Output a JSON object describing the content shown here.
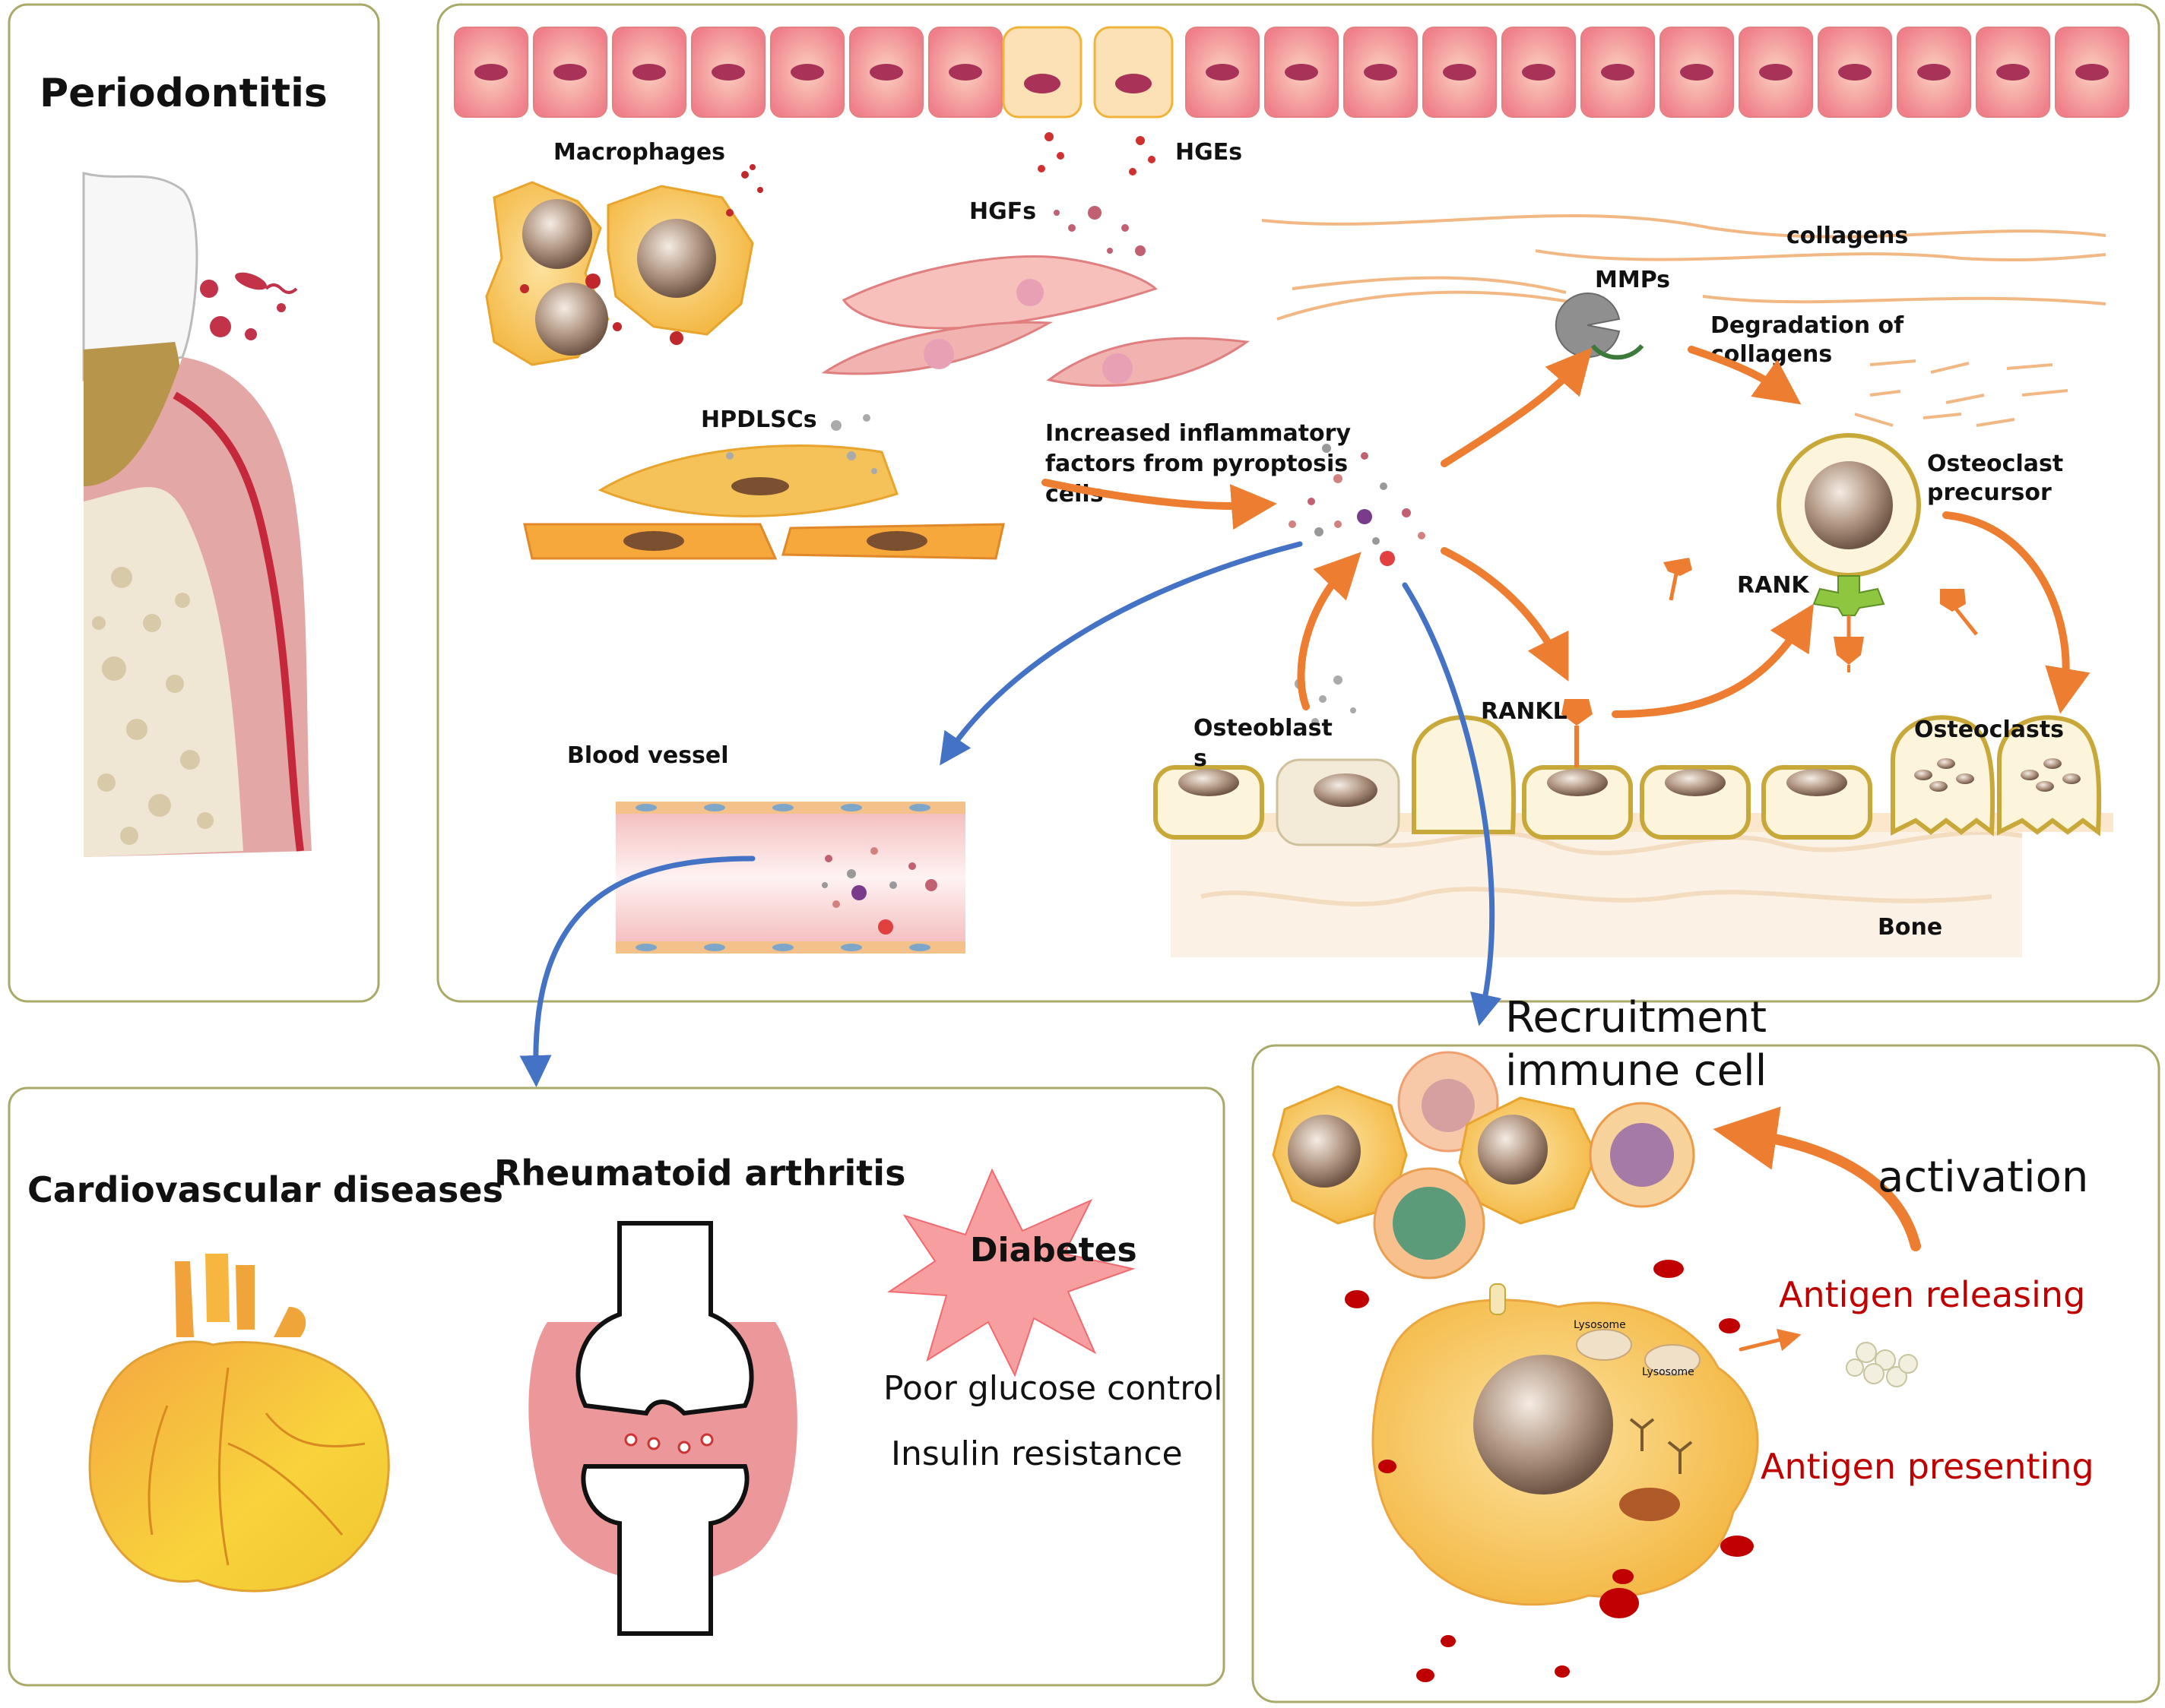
{
  "panels": {
    "periodontitis": {
      "title": "Periodontitis"
    },
    "mechanism": {
      "macrophages": "Macrophages",
      "hges": "HGEs",
      "hgfs": "HGFs",
      "hpdlscs": "HPDLSCs",
      "collagens": "collagens",
      "mmps": "MMPs",
      "degradation": [
        "Degradation of",
        "collagens"
      ],
      "inflammatory": [
        "Increased inflammatory",
        "factors from pyroptosis",
        "cells"
      ],
      "osteoclast_precursor": [
        "Osteoclast",
        "precursor"
      ],
      "rank": "RANK",
      "rankl": "RANKL",
      "osteoblasts": [
        "Osteoblast",
        "s"
      ],
      "osteoclasts": "Osteoclasts",
      "bone": "Bone",
      "blood_vessel": "Blood vessel"
    },
    "systemic": {
      "cardiovascular": "Cardiovascular diseases",
      "rheumatoid": "Rheumatoid arthritis",
      "diabetes": "Diabetes",
      "poor_glucose": "Poor glucose control",
      "insulin": "Insulin resistance"
    },
    "immune": {
      "recruitment": [
        "Recruitment",
        "immune cell"
      ],
      "activation": "activation",
      "antigen_releasing": "Antigen releasing",
      "antigen_presenting": "Antigen presenting",
      "lysosome": "Lysosome"
    }
  },
  "colors": {
    "panel_border": "#a9a96a",
    "arrow_orange": "#ed7d31",
    "arrow_blue": "#4472c4",
    "cell_yellow": "#f7c44a",
    "epithelium_pink": "#f3a0a0",
    "antigen_red": "#c00000"
  }
}
